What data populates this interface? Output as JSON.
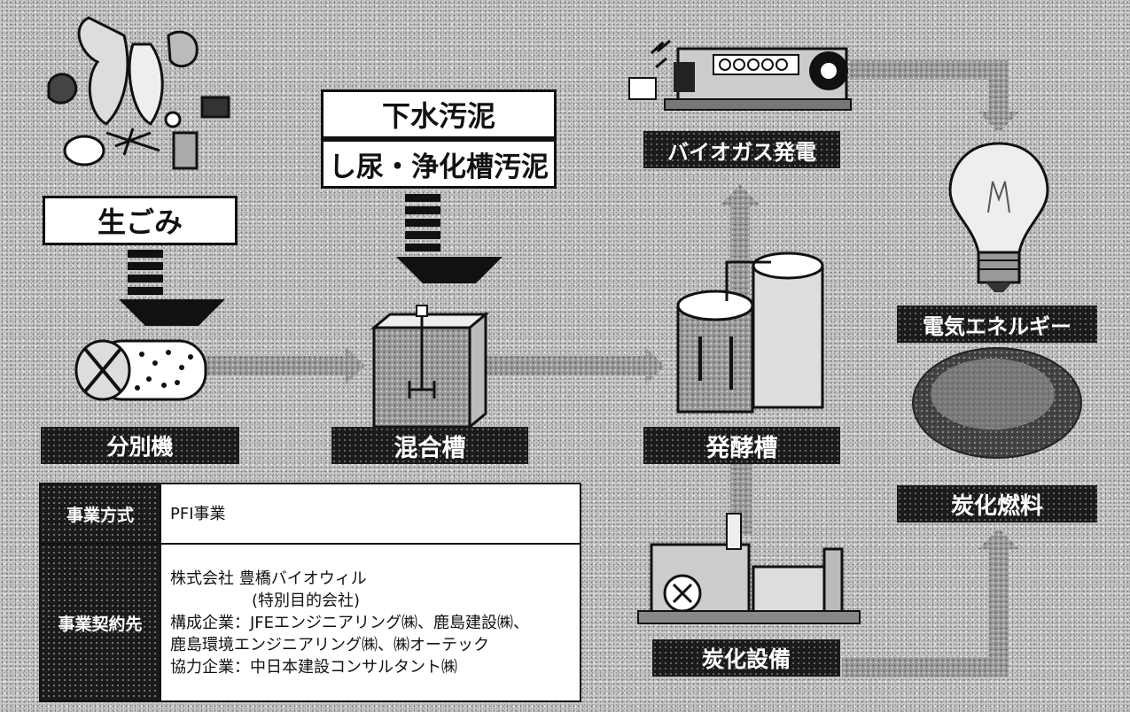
{
  "labels": {
    "food_waste": "生ごみ",
    "sewage_sludge": "下水汚泥",
    "night_soil_sludge": "し尿・浄化槽汚泥",
    "separator": "分別機",
    "mixing_tank": "混合槽",
    "fermentation_tank": "発酵槽",
    "biogas_power": "バイオガス発電",
    "electric_energy": "電気エネルギー",
    "carbonized_fuel": "炭化燃料",
    "carbonization_facility": "炭化設備"
  },
  "info_table": {
    "row1_header": "事業方式",
    "row1_value": "PFI事業",
    "row2_header": "事業契約先",
    "company": "株式会社 豊橋バイオウィル",
    "company_note": "(特別目的会社)",
    "members_line1": "構成企業：JFEエンジニアリング㈱、鹿島建設㈱、",
    "members_line2": "鹿島環境エンジニアリング㈱、㈱オーテック",
    "cooperating": "協力企業：中日本建設コンサルタント㈱"
  }
}
